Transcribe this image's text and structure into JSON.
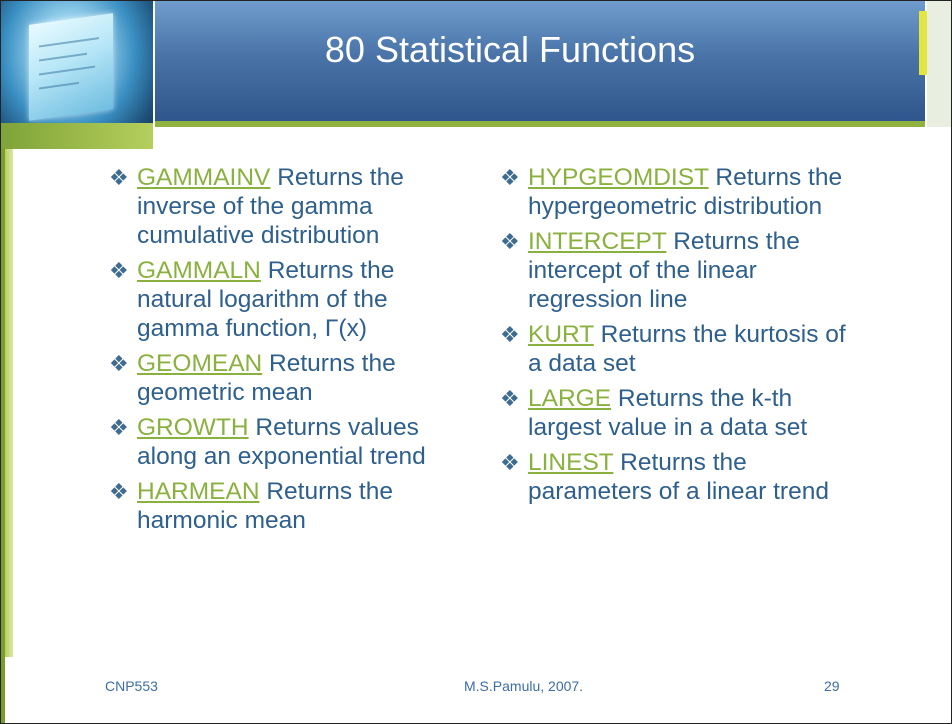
{
  "title": "80 Statistical Functions",
  "bullet_glyph": "❖",
  "left_items": [
    {
      "fn": "GAMMAINV",
      "desc": " Returns the inverse of the gamma cumulative distribution"
    },
    {
      "fn": "GAMMALN",
      "desc": " Returns the natural logarithm of the gamma function, Γ(x)"
    },
    {
      "fn": "GEOMEAN",
      "desc": " Returns the geometric mean"
    },
    {
      "fn": "GROWTH",
      "desc": " Returns values along an exponential trend"
    },
    {
      "fn": "HARMEAN",
      "desc": " Returns the harmonic mean"
    }
  ],
  "right_items": [
    {
      "fn": "HYPGEOMDIST",
      "desc": " Returns the hypergeometric distribution"
    },
    {
      "fn": "INTERCEPT",
      "desc": " Returns the intercept of the linear regression line"
    },
    {
      "fn": "KURT",
      "desc": " Returns the kurtosis of a data set"
    },
    {
      "fn": "LARGE",
      "desc": " Returns the k-th largest value in a data set"
    },
    {
      "fn": "LINEST",
      "desc": " Returns the parameters of a linear trend"
    }
  ],
  "footer": {
    "left": "CNP553",
    "center": "M.S.Pamulu, 2007.",
    "page": "29"
  },
  "colors": {
    "banner": "#4a74a8",
    "accent_green": "#8fb241",
    "link_green": "#8ab13f",
    "text_blue": "#2e5f8d",
    "accent_yellow": "#e3e640"
  }
}
